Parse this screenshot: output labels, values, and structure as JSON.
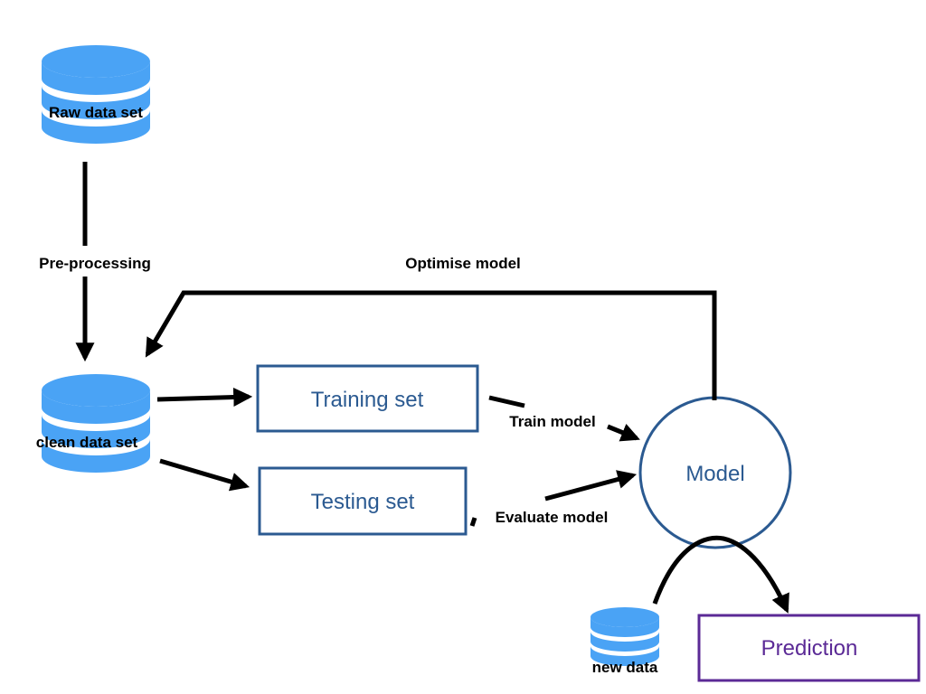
{
  "nodes": {
    "raw": {
      "label": "Raw data set"
    },
    "clean": {
      "label": "clean data set"
    },
    "new": {
      "label": "new data"
    },
    "training": {
      "label": "Training set"
    },
    "testing": {
      "label": "Testing set"
    },
    "model": {
      "label": "Model"
    },
    "prediction": {
      "label": "Prediction"
    }
  },
  "edges": {
    "preprocessing": {
      "label": "Pre-processing"
    },
    "optimise": {
      "label": "Optimise model"
    },
    "train": {
      "label": "Train model"
    },
    "evaluate": {
      "label": "Evaluate model"
    }
  },
  "colors": {
    "database": "#4aa3f5",
    "box_border": "#2b5a91",
    "box_text": "#2b5a91",
    "prediction_border": "#5b2a96",
    "prediction_text": "#5b2a96",
    "arrow": "#000000"
  }
}
